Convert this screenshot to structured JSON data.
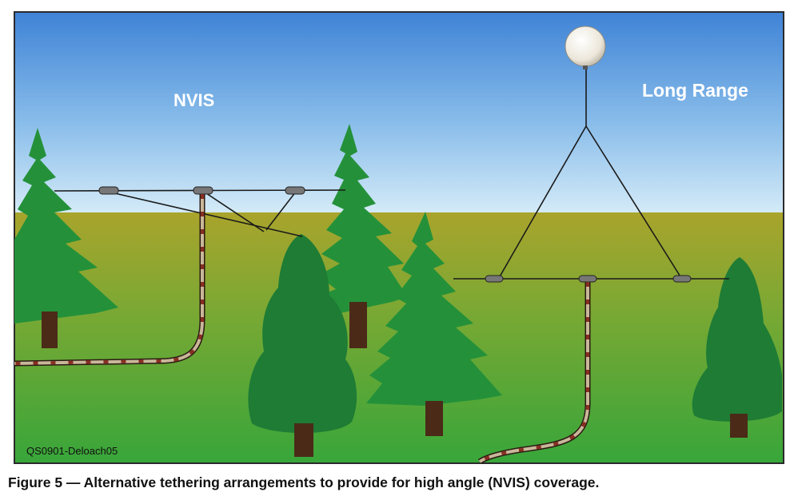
{
  "labels": {
    "nvis": "NVIS",
    "long_range": "Long Range"
  },
  "credit": "QS0901-Deloach05",
  "caption": "Figure 5 — Alternative tethering arrangements to provide for high angle (NVIS) coverage.",
  "colors": {
    "sky_top": "#3f83d6",
    "sky_bottom": "#cfe6f7",
    "grass_top": "#a7a52e",
    "grass_bottom": "#3da83a",
    "tree_light": "#24913a",
    "tree_dark": "#1b7a33",
    "trunk": "#4b2a18",
    "coax": "#8a4a2b",
    "balloon": "#f2efe6"
  }
}
